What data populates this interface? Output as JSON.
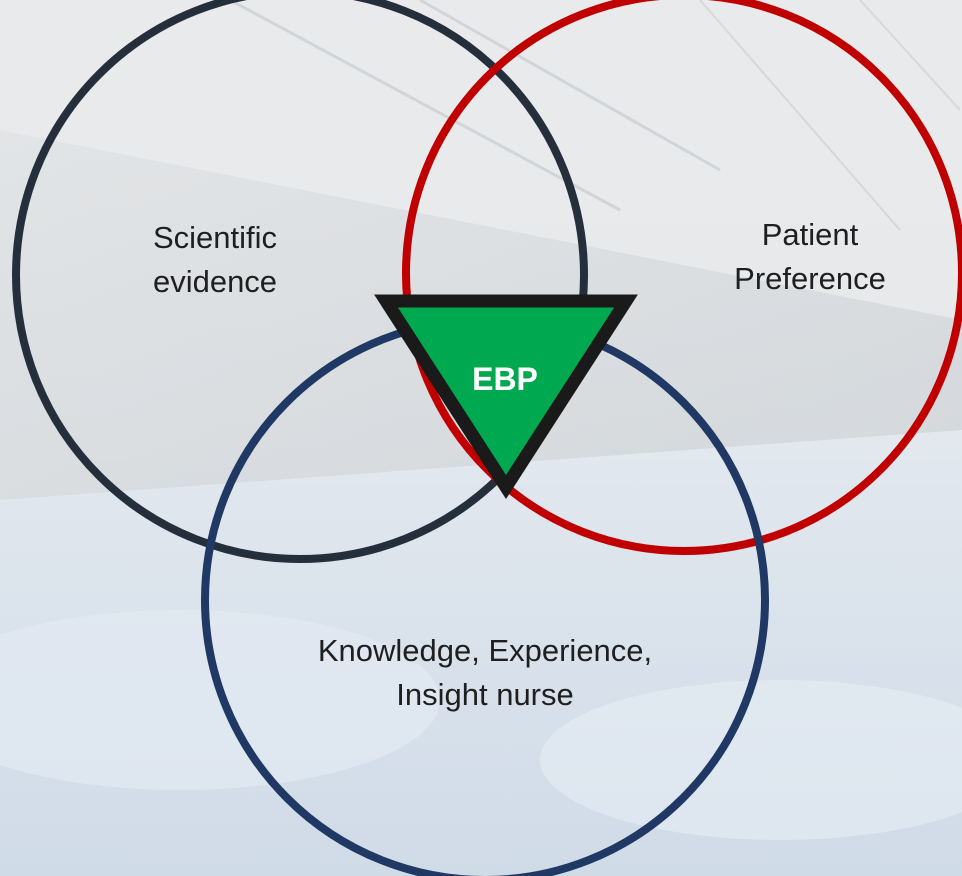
{
  "diagram": {
    "circles": [
      {
        "id": "scientific",
        "lines": [
          "Scientific",
          "evidence"
        ],
        "stroke": "#252e3b"
      },
      {
        "id": "patient",
        "lines": [
          "Patient",
          "Preference"
        ],
        "stroke": "#c00000"
      },
      {
        "id": "knowledge",
        "lines": [
          "Knowledge, Experience,",
          "Insight nurse"
        ],
        "stroke": "#1f3864"
      }
    ],
    "center": {
      "label": "EBP",
      "fill": "#00a84f",
      "stroke": "#1a1a1a"
    }
  }
}
